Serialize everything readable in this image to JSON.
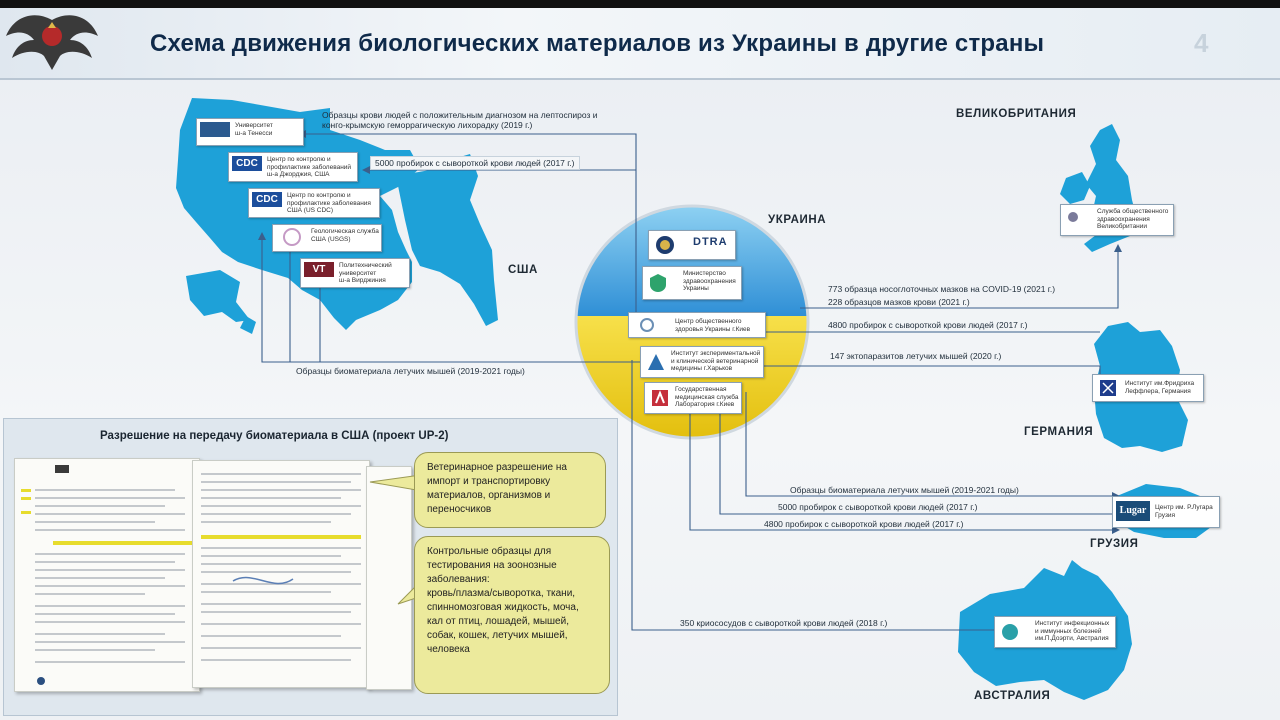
{
  "header": {
    "title": "Схема движения биологических материалов из Украины в другие страны",
    "page_number": "4"
  },
  "countries": {
    "usa": "США",
    "ukraine": "УКРАИНА",
    "uk": "ВЕЛИКОБРИТАНИЯ",
    "germany": "ГЕРМАНИЯ",
    "georgia": "ГРУЗИЯ",
    "australia": "АВСТРАЛИЯ"
  },
  "us_labs": [
    {
      "logo": "",
      "text": "Университет\nш-а Тенесси"
    },
    {
      "logo": "CDC",
      "text": "Центр по контролю и\nпрофилактике заболеваний\nш-а Джорджия, США"
    },
    {
      "logo": "CDC",
      "text": "Центр по контролю и\nпрофилактике заболевания\nСША (US CDC)"
    },
    {
      "logo": "",
      "text": "Геологическая служба\nСША (USGS)"
    },
    {
      "logo": "VT",
      "text": "Политехнический\nуниверситет\nш-а Вирджиния"
    }
  ],
  "ukraine_items": [
    {
      "logo": "DTRA",
      "text": ""
    },
    {
      "logo": "",
      "text": "Министерство\nздравоохранения\nУкраины"
    },
    {
      "logo": "",
      "text": "Центр общественного\nздоровья Украины г.Киев"
    },
    {
      "logo": "",
      "text": "Институт экспериментальной\nи клинической ветеринарной\nмедицины г.Харьков"
    },
    {
      "logo": "",
      "text": "Государственная\nмедицинская служба\nЛаборатория г.Киев"
    }
  ],
  "foreign_labs": {
    "uk": "Служба общественного\nздравоохранения\nВеликобритании",
    "germany": "Институт им.Фридриха\nЛеффлера, Германия",
    "georgia_logo": "Lugar",
    "georgia": "Центр им. Р.Лугара\nГрузия",
    "australia": "Институт инфекционных\nи иммунных болезней\nим.П.Доэрти, Австралия"
  },
  "flows": {
    "us_1": "Образцы крови людей с положительным диагнозом на лептоспироз и\nконго-крымскую геморрагическую лихорадку (2019 г.)",
    "us_2": "5000 пробирок с сывороткой крови людей (2017 г.)",
    "us_bats": "Образцы биоматериала летучих мышей (2019-2021 годы)",
    "uk_1": "773 образца носоглоточных мазков на COVID-19 (2021 г.)",
    "uk_2": "228 образцов мазков крови (2021 г.)",
    "uk_3": "4800 пробирок с сывороткой крови людей (2017 г.)",
    "de_1": "147 эктопаразитов летучих мышей (2020 г.)",
    "ge_1": "Образцы биоматериала летучих мышей (2019-2021 годы)",
    "ge_2": "5000 пробирок с сывороткой крови людей (2017 г.)",
    "ge_3": "4800 пробирок с сывороткой крови людей (2017 г.)",
    "au_1": "350 криососудов с сывороткой крови людей (2018 г.)"
  },
  "permit": {
    "title": "Разрешение на передачу биоматериала в США (проект UP-2)",
    "note1": "Ветеринарное разрешение на импорт и транспортировку материалов, организмов и переносчиков",
    "note2_lines": [
      "Контрольные образцы для",
      "тестирования на зоонозные",
      "заболевания:",
      "кровь/плазма/сыворотка, ткани,",
      "спинномозговая жидкость, моча,",
      "кал от птиц, лошадей, мышей,",
      "собак, кошек, летучих мышей,",
      "человека"
    ]
  },
  "colors": {
    "map_blue": "#1ea1d8",
    "flow_line": "#3b5f8c",
    "note_yellow": "#ecea9c",
    "globe_top": "#2f8fd6",
    "globe_bottom": "#f2d31b"
  }
}
